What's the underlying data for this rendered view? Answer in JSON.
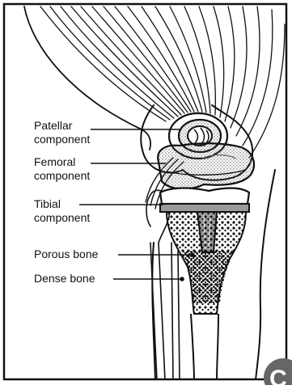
{
  "labels": {
    "patellar": [
      "Patellar",
      "component"
    ],
    "femoral": [
      "Femoral",
      "component"
    ],
    "tibial": [
      "Tibial",
      "component"
    ],
    "porous": "Porous bone",
    "dense": "Dense bone"
  },
  "badge": {
    "letter": "C"
  },
  "colors": {
    "ink": "#111111",
    "metal_shade": "#9a9a9a",
    "badge": "#666666",
    "paper": "#ffffff"
  }
}
